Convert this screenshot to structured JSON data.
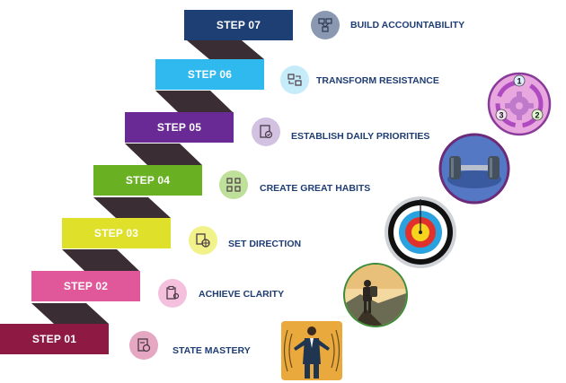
{
  "steps": [
    {
      "label": "STEP 01",
      "title": "STATE MASTERY",
      "color": "#8e1a44",
      "badge": "#e5a7c1",
      "icon": "document-user-icon"
    },
    {
      "label": "STEP 02",
      "title": "ACHIEVE CLARITY",
      "color": "#e0579a",
      "badge": "#f4c0de",
      "icon": "clipboard-user-icon"
    },
    {
      "label": "STEP 03",
      "title": "SET DIRECTION",
      "color": "#dfe02a",
      "badge": "#f2f28a",
      "icon": "globe-document-icon"
    },
    {
      "label": "STEP 04",
      "title": "CREATE GREAT HABITS",
      "color": "#6ab023",
      "badge": "#bfe09a",
      "icon": "flow-chart-icon"
    },
    {
      "label": "STEP 05",
      "title": "ESTABLISH DAILY PRIORITIES",
      "color": "#6a2a95",
      "badge": "#d3c1e2",
      "icon": "checklist-icon"
    },
    {
      "label": "STEP 06",
      "title": "TRANSFORM RESISTANCE",
      "color": "#2fb9ee",
      "badge": "#c6ecf9",
      "icon": "arrows-exchange-icon"
    },
    {
      "label": "STEP 07",
      "title": "BUILD ACCOUNTABILITY",
      "color": "#1e3f73",
      "badge": "#8a98b2",
      "icon": "org-chart-icon"
    }
  ],
  "cycle_numbers": [
    "1",
    "2",
    "3"
  ],
  "colors": {
    "riser": "#3a2d33",
    "label_text": "#1f3d73"
  }
}
